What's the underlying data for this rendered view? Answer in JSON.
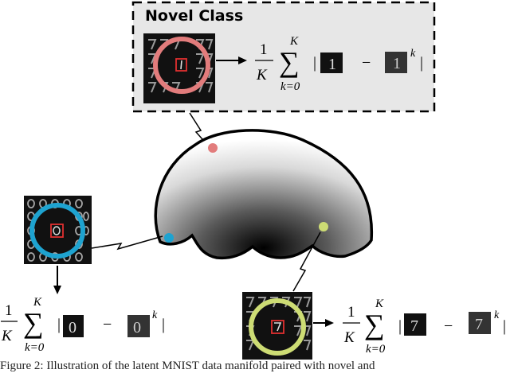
{
  "novel_class": {
    "title": "Novel Class"
  },
  "formula": {
    "frac_num": "1",
    "frac_den": "K",
    "sum_upper": "K",
    "sum_lower": "k=0",
    "sigma": "∑",
    "bar": "|",
    "minus": "−",
    "superscript": "k"
  },
  "digits": {
    "novel_query": "1",
    "novel_proto": "1",
    "zero_query": "0",
    "zero_proto": "0",
    "seven_query": "7",
    "seven_proto": "7"
  },
  "caption": "Figure 2: Illustration of the latent MNIST data manifold paired with novel and",
  "colors": {
    "novel_ring": "#e27c7c",
    "zero_ring": "#1ea3d0",
    "seven_ring": "#cddc74",
    "highlight_box": "#e03030",
    "manifold_stroke": "#000000"
  }
}
